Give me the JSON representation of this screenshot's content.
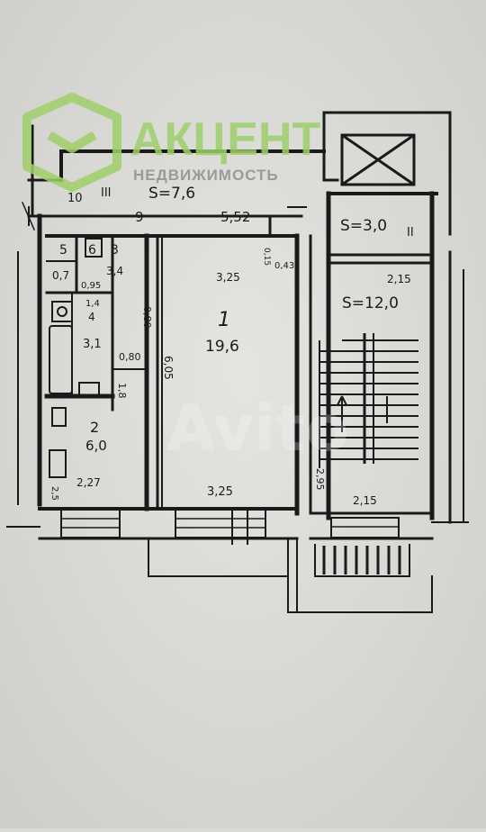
{
  "watermark": {
    "brand": "АКЦЕНТ",
    "tagline": "НЕДВИЖИМОСТЬ",
    "corner_mark": "Avito",
    "brand_color": "#9fcf6a",
    "tagline_color": "#8f8f8f"
  },
  "plan": {
    "line_color": "#1a1a1a",
    "paper_color": "#dadad7",
    "labels": {
      "corridor_area": "S=7,6",
      "corridor_num": "III",
      "dim_top_left": "9",
      "dim_top_main": "5,52",
      "dim_left_edge": "10",
      "upper_right_area": "S=3,0",
      "upper_right_num": "II",
      "room5_num": "5",
      "room5_area": "0,7",
      "room6_num": "6",
      "room3_num": "3",
      "room3_area": "3,4",
      "dim_095": "0,95",
      "dim_080_left": "0,80",
      "room4_small": "1,4",
      "room4_num": "4",
      "room4_area": "3,1",
      "dim_080_mid": "0,80",
      "dim_18": "1,8",
      "room1_width_top": "3,25",
      "dim_043": "0,43",
      "dim_015": "0,15",
      "room1_num": "1",
      "room1_area": "19,6",
      "room1_length": "6,05",
      "room1_width_bottom": "3,25",
      "room2_num": "2",
      "room2_area": "6,0",
      "room2_width": "2,27",
      "room2_side": "2,5",
      "stair_width_top": "2,15",
      "stair_area": "S=12,0",
      "stair_side": "2,95",
      "stair_width_bottom": "2,15"
    }
  }
}
